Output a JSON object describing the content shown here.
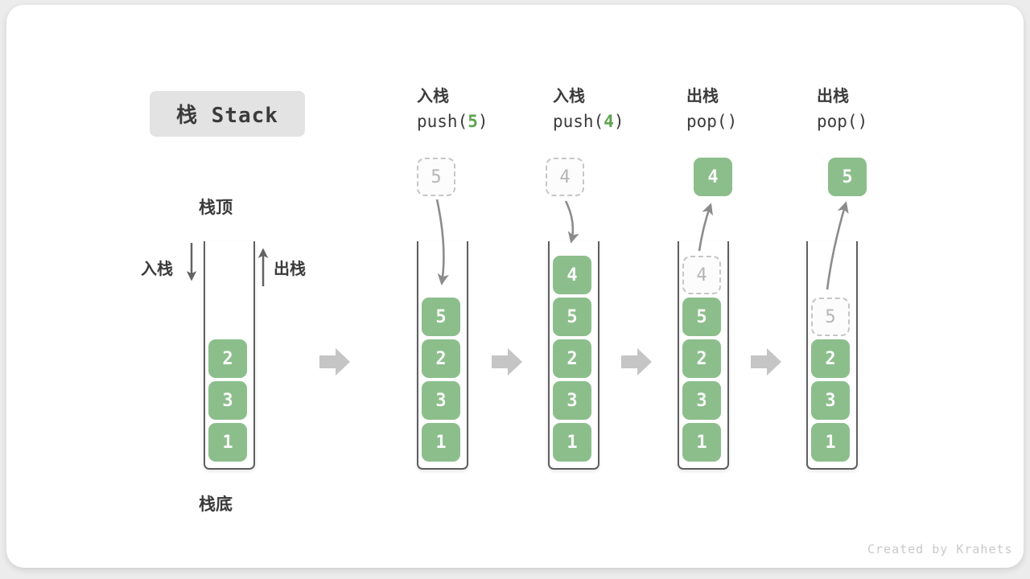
{
  "title": "栈 Stack",
  "labels": {
    "stack_top": "栈顶",
    "stack_bottom": "栈底",
    "push_arrow": "入栈",
    "pop_arrow": "出栈"
  },
  "watermark": "Created by Krahets",
  "colors": {
    "block_green": "#8cbe8c",
    "code_arg_green": "#5ca34e",
    "ghost_border": "#c6c6c6",
    "big_arrow": "#c5c5c5",
    "curve_arrow": "#8c8c8c"
  },
  "stages": [
    {
      "name": "initial",
      "blocks": [
        "2",
        "3",
        "1"
      ]
    },
    {
      "name": "push-5",
      "op_cn": "入栈",
      "code_pre": "push(",
      "code_arg": "5",
      "code_post": ")",
      "float": "5",
      "blocks": [
        "5",
        "2",
        "3",
        "1"
      ]
    },
    {
      "name": "push-4",
      "op_cn": "入栈",
      "code_pre": "push(",
      "code_arg": "4",
      "code_post": ")",
      "float": "4",
      "blocks": [
        "4",
        "5",
        "2",
        "3",
        "1"
      ]
    },
    {
      "name": "pop-4",
      "op_cn": "出栈",
      "code_pre": "pop()",
      "code_arg": "",
      "code_post": "",
      "float": "4",
      "ghost": "4",
      "blocks": [
        "5",
        "2",
        "3",
        "1"
      ]
    },
    {
      "name": "pop-5",
      "op_cn": "出栈",
      "code_pre": "pop()",
      "code_arg": "",
      "code_post": "",
      "float": "5",
      "ghost": "5",
      "blocks": [
        "2",
        "3",
        "1"
      ]
    }
  ]
}
